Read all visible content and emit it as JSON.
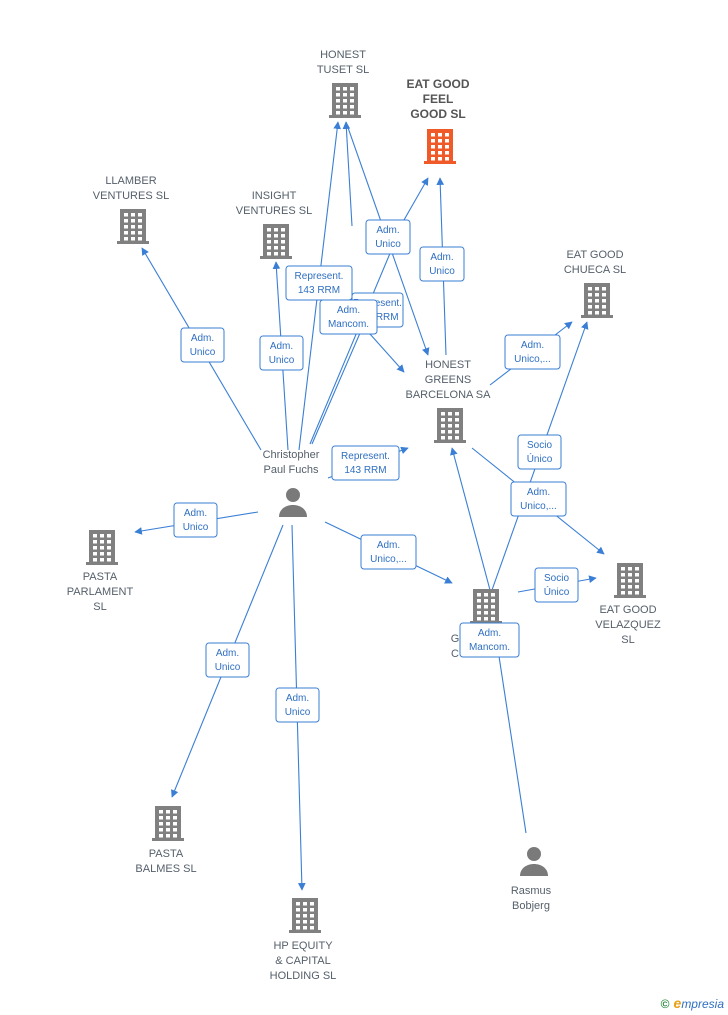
{
  "colors": {
    "edge": "#3a7fd5",
    "building": "#808080",
    "focus_building": "#f05a28",
    "person": "#7a7a7a",
    "label": "#555f6a"
  },
  "nodes": [
    {
      "id": "honest_tuset",
      "kind": "company",
      "label": [
        "HONEST",
        "TUSET  SL"
      ]
    },
    {
      "id": "eat_good_feel",
      "kind": "company",
      "focus": true,
      "label": [
        "EAT GOOD",
        "FEEL",
        "GOOD  SL"
      ]
    },
    {
      "id": "llamber",
      "kind": "company",
      "label": [
        "LLAMBER",
        "VENTURES  SL"
      ]
    },
    {
      "id": "insight",
      "kind": "company",
      "label": [
        "INSIGHT",
        "VENTURES  SL"
      ]
    },
    {
      "id": "eat_good_chueca",
      "kind": "company",
      "label": [
        "EAT GOOD",
        "CHUECA  SL"
      ]
    },
    {
      "id": "honest_greens",
      "kind": "company",
      "label": [
        "HONEST",
        "GREENS",
        "BARCELONA SA"
      ]
    },
    {
      "id": "christopher",
      "kind": "person",
      "label": [
        "Christopher",
        "Paul Fuchs"
      ]
    },
    {
      "id": "pasta_parlament",
      "kind": "company",
      "label": [
        "PASTA",
        "PARLAMENT",
        "SL"
      ]
    },
    {
      "id": "eat_good_velazquez",
      "kind": "company",
      "label": [
        "EAT GOOD",
        "VELAZQUEZ",
        "SL"
      ]
    },
    {
      "id": "g_company",
      "kind": "company",
      "label": [
        "G",
        "C"
      ]
    },
    {
      "id": "pasta_balmes",
      "kind": "company",
      "label": [
        "PASTA",
        "BALMES  SL"
      ]
    },
    {
      "id": "hp_equity",
      "kind": "company",
      "label": [
        "HP EQUITY",
        "& CAPITAL",
        "HOLDING  SL"
      ]
    },
    {
      "id": "rasmus",
      "kind": "person",
      "label": [
        "Rasmus",
        "Bobjerg"
      ]
    }
  ],
  "edge_labels": [
    {
      "id": "christopher_llamber",
      "lines": [
        "Adm.",
        "Unico"
      ]
    },
    {
      "id": "christopher_insight",
      "lines": [
        "Adm.",
        "Unico"
      ]
    },
    {
      "id": "christopher_tuset",
      "lines": [
        "Represent.",
        "143 RRM"
      ]
    },
    {
      "id": "christopher_greens_hidden",
      "lines": [
        "Represent.",
        "143 RRM"
      ]
    },
    {
      "id": "christopher_greens_mancom",
      "lines": [
        "Adm.",
        "Mancom."
      ]
    },
    {
      "id": "greens_eatgood",
      "lines": [
        "Adm.",
        "Unico"
      ]
    },
    {
      "id": "tuset_eatgood",
      "lines": [
        "Adm.",
        "Unico"
      ]
    },
    {
      "id": "greens_chueca",
      "lines": [
        "Adm.",
        "Unico,..."
      ]
    },
    {
      "id": "christopher_greens",
      "lines": [
        "Represent.",
        "143 RRM"
      ]
    },
    {
      "id": "g_chueca",
      "lines": [
        "Socio",
        "Único"
      ]
    },
    {
      "id": "greens_velazquez",
      "lines": [
        "Adm.",
        "Unico,..."
      ]
    },
    {
      "id": "christopher_parlament",
      "lines": [
        "Adm.",
        "Unico"
      ]
    },
    {
      "id": "christopher_g",
      "lines": [
        "Adm.",
        "Unico,..."
      ]
    },
    {
      "id": "g_velazquez",
      "lines": [
        "Socio",
        "Único"
      ]
    },
    {
      "id": "rasmus_g",
      "lines": [
        "Adm.",
        "Mancom."
      ]
    },
    {
      "id": "christopher_balmes",
      "lines": [
        "Adm.",
        "Unico"
      ]
    },
    {
      "id": "christopher_hp",
      "lines": [
        "Adm.",
        "Unico"
      ]
    }
  ],
  "brand": {
    "copyright": "©",
    "initial": "e",
    "rest": "mpresia"
  }
}
